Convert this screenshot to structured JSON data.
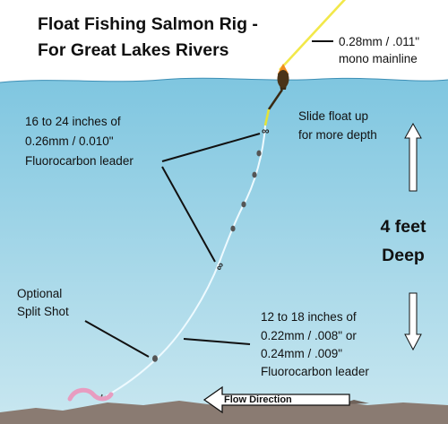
{
  "title": {
    "line1": "Float Fishing Salmon Rig -",
    "line2": "For Great Lakes Rivers"
  },
  "labels": {
    "mainline_1": "0.28mm / .011\"",
    "mainline_2": "mono mainline",
    "upper_leader_1": "16 to 24 inches of",
    "upper_leader_2": "0.26mm / 0.010\"",
    "upper_leader_3": "Fluorocarbon leader",
    "slide_float_1": "Slide float up",
    "slide_float_2": "for more depth",
    "depth_1": "4 feet",
    "depth_2": "Deep",
    "split_shot_1": "Optional",
    "split_shot_2": "Split Shot",
    "lower_leader_1": "12 to 18 inches of",
    "lower_leader_2": "0.22mm / .008\" or",
    "lower_leader_3": "0.24mm / .009\"",
    "lower_leader_4": "Fluorocarbon leader",
    "flow": "Flow Direction"
  },
  "colors": {
    "water_top": "#7fc6e0",
    "water_bottom": "#c9e7f0",
    "mainline": "#f2e84a",
    "leader": "#e6f7ff",
    "float_orange": "#f08a1e",
    "float_body": "#3a2a14",
    "worm": "#e89cc0",
    "riverbed": "#8a7b72"
  },
  "icons": {
    "float": "slide-float-icon",
    "swivel": "swivel-icon",
    "worm": "worm-bait-icon",
    "arrow_up": "arrow-up-icon",
    "arrow_down": "arrow-down-icon",
    "flow_arrow": "flow-arrow-icon"
  }
}
